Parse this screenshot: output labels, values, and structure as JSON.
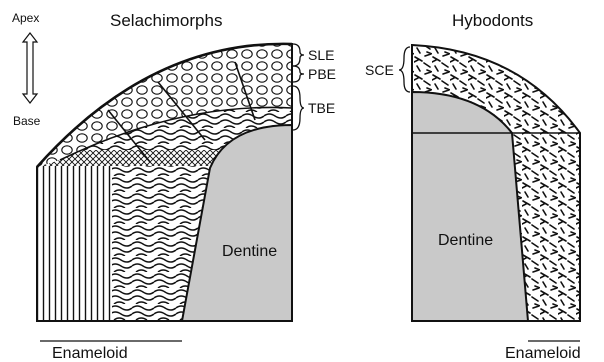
{
  "orientation": {
    "top": "Apex",
    "bottom": "Base"
  },
  "left_panel": {
    "title": "Selachimorphs",
    "layers": [
      "SLE",
      "PBE",
      "TBE"
    ],
    "core": "Dentine",
    "bottom": "Enameloid"
  },
  "right_panel": {
    "title": "Hybodonts",
    "layers": [
      "SCE"
    ],
    "core": "Dentine",
    "bottom": "Enameloid"
  },
  "colors": {
    "dentine": "#c9c9c9",
    "ink": "#111111",
    "background": "#ffffff"
  }
}
